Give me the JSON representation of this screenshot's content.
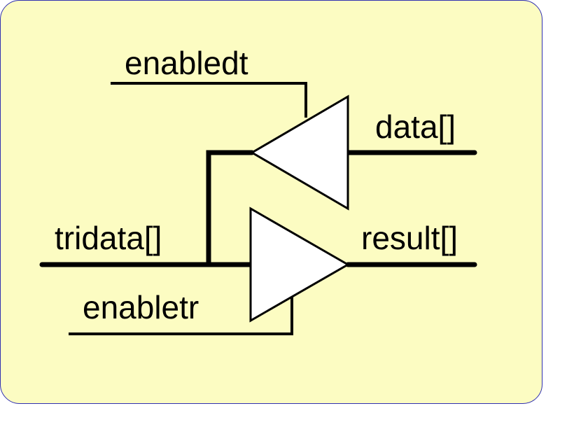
{
  "labels": {
    "enabledt": "enabledt",
    "data": "data[]",
    "tridata": "tridata[]",
    "result": "result[]",
    "enabletr": "enabletr"
  }
}
